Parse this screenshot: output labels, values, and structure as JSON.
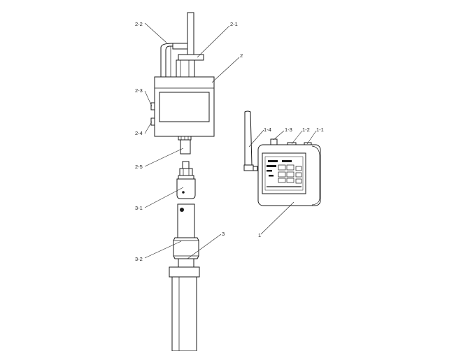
{
  "callouts": {
    "c2_2": "2-2",
    "c2_1": "2-1",
    "c2": "2",
    "c2_3": "2-3",
    "c2_4": "2-4",
    "c2_5": "2-5",
    "c3_1": "3-1",
    "c3_2": "3-2",
    "c3": "3",
    "c1_4": "1-4",
    "c1_3": "1-3",
    "c1_2": "1-2",
    "c1_1": "1-1",
    "c1": "1"
  },
  "colors": {
    "line": "#1a1a1a",
    "background": "#ffffff"
  }
}
